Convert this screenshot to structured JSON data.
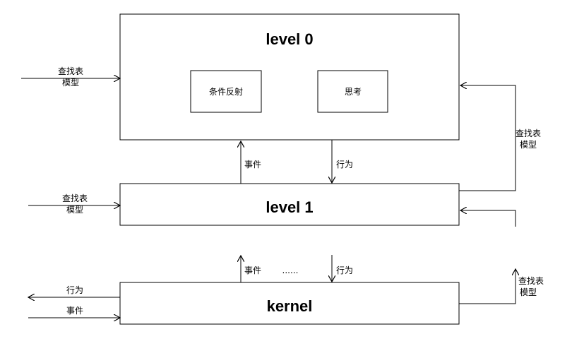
{
  "boxes": {
    "level0": "level 0",
    "level1": "level 1",
    "kernel": "kernel",
    "reflex": "条件反射",
    "think": "思考"
  },
  "labels": {
    "lookup_line1": "查找表",
    "lookup_line2": "模型",
    "event": "事件",
    "action": "行为",
    "ellipsis": "......"
  }
}
